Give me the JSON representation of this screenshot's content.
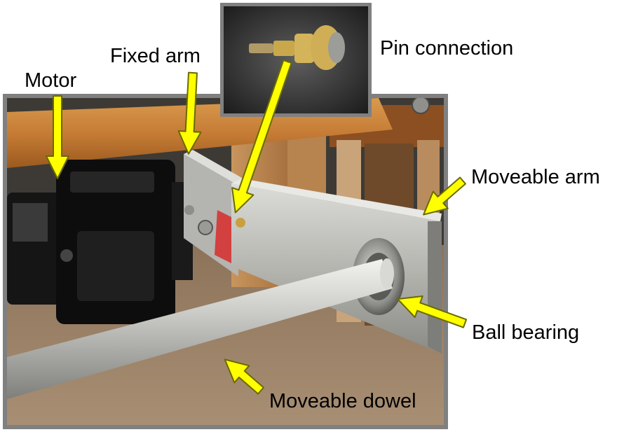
{
  "labels": {
    "motor": "Motor",
    "fixed_arm": "Fixed arm",
    "pin_connection": "Pin connection",
    "moveable_arm": "Moveable arm",
    "ball_bearing": "Ball bearing",
    "moveable_dowel": "Moveable dowel"
  },
  "colors": {
    "arrow": "#ffff00",
    "arrow_outline": "#6a6a00",
    "frame": "#808080",
    "label_text": "#000000"
  }
}
